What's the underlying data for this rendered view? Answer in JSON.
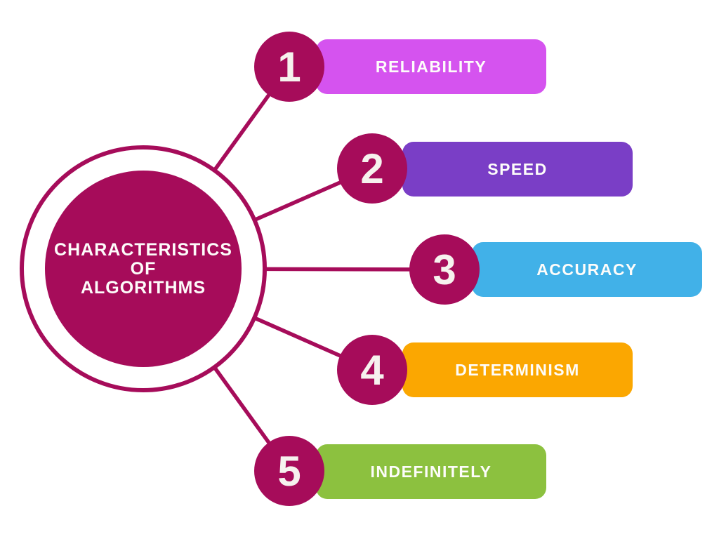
{
  "title": {
    "line1": "CHARACTERISTICS",
    "line2": "OF",
    "line3": "ALGORITHMS"
  },
  "colors": {
    "accent": "#a60c5a",
    "background": "#ffffff",
    "label_text": "#fdfcfa"
  },
  "items": [
    {
      "number": "1",
      "label": "RELIABILITY",
      "color": "#d553ef"
    },
    {
      "number": "2",
      "label": "SPEED",
      "color": "#7a3ec6"
    },
    {
      "number": "3",
      "label": "ACCURACY",
      "color": "#41b1e8"
    },
    {
      "number": "4",
      "label": "DETERMINISM",
      "color": "#fba701"
    },
    {
      "number": "5",
      "label": "INDEFINITELY",
      "color": "#8cc13f"
    }
  ]
}
